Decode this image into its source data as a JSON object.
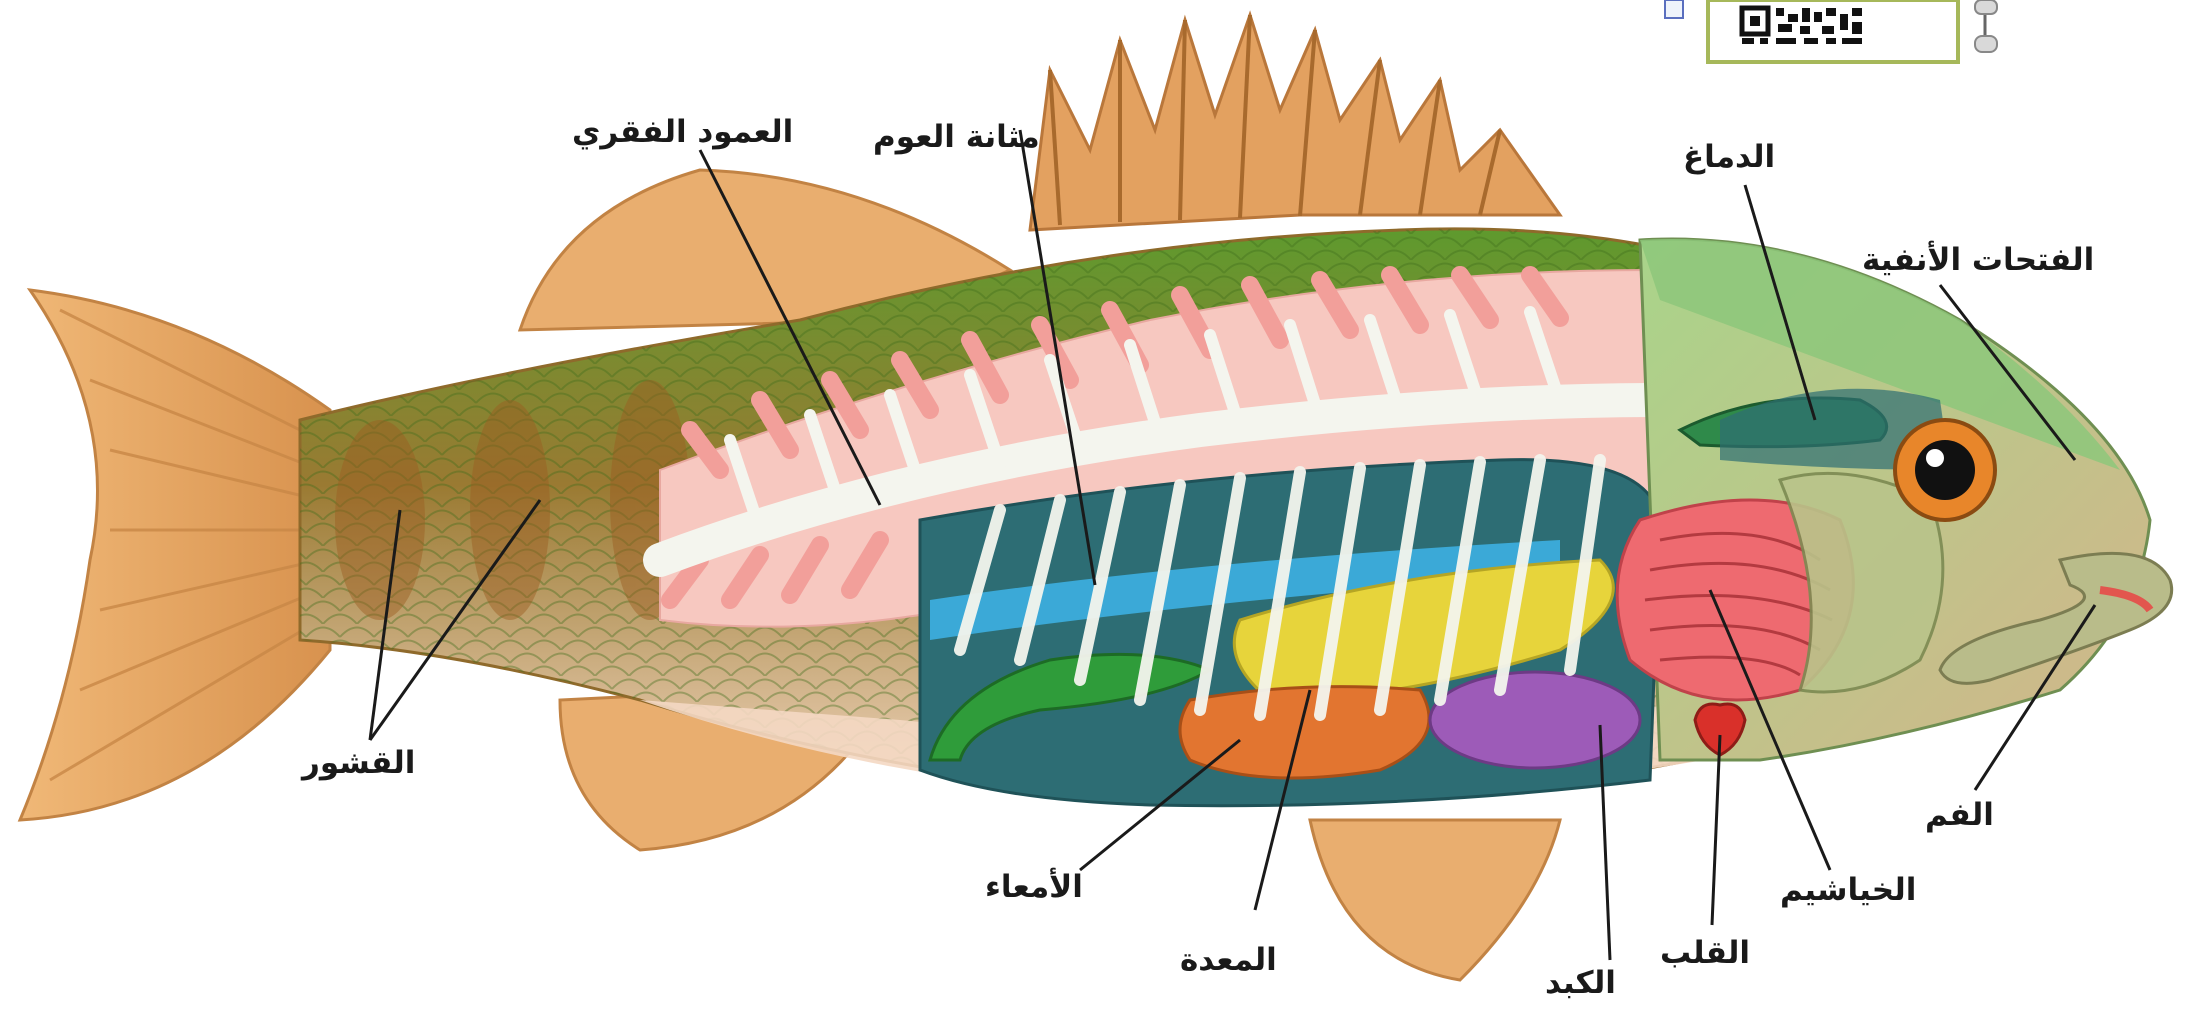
{
  "labels": {
    "spine": "العمود الفقري",
    "swim_bladder": "مثانة العوم",
    "brain": "الدماغ",
    "nostrils": "الفتحات الأنفية",
    "scales": "القشور",
    "intestines": "الأمعاء",
    "stomach": "المعدة",
    "liver": "الكبد",
    "heart": "القلب",
    "gills": "الخياشيم",
    "mouth": "الفم"
  },
  "colors": {
    "fin": "#e7a867",
    "fin_ray": "#c07a3a",
    "body_green": "#74b03f",
    "body_brown": "#b07a35",
    "belly": "#f3d6bf",
    "rib_pink": "#f2a3a0",
    "skeleton": "#f4f4ee",
    "cavity": "#2b6b73",
    "swim_bladder_blue": "#3aa9d6",
    "stomach_yellow": "#e6d23a",
    "intestine_green": "#2e9b3a",
    "intestine_orange": "#e0702a",
    "liver_purple": "#9b59b6",
    "heart_red": "#d9302a",
    "gill_red": "#ee5b63",
    "head_green": "#8ec77c",
    "eye_orange": "#e8862a"
  },
  "icons": [
    "qr-code-icon",
    "slider-handle-icon"
  ]
}
